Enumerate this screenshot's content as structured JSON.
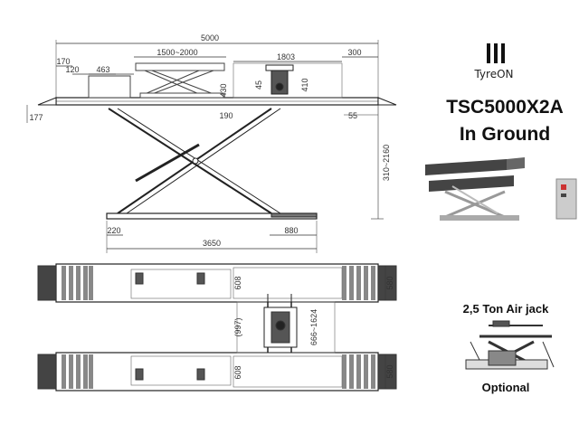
{
  "brand": {
    "name": "TyreON"
  },
  "product": {
    "model": "TSC5000X2A",
    "subtitle": "In Ground"
  },
  "accessory": {
    "label": "2,5 Ton Air jack",
    "note": "Optional"
  },
  "side_view_dims": {
    "overall_length": "5000",
    "platform_travel": "1500~2000",
    "jack_width": "1803",
    "right_ext": "300",
    "left_170": "170",
    "left_120": "120",
    "block_463": "463",
    "h_430": "430",
    "h_45": "45",
    "h_410": "410",
    "left_177": "177",
    "h_190": "190",
    "right_55": "55",
    "lift_height": "310~2160",
    "base_220": "220",
    "base_880": "880",
    "base_length": "3650"
  },
  "top_view_dims": {
    "w_608_top": "608",
    "w_997": "(997)",
    "w_666_1624": "666~1624",
    "w_608_bottom": "608",
    "w_580_top": "580",
    "w_580_bottom": "580"
  }
}
